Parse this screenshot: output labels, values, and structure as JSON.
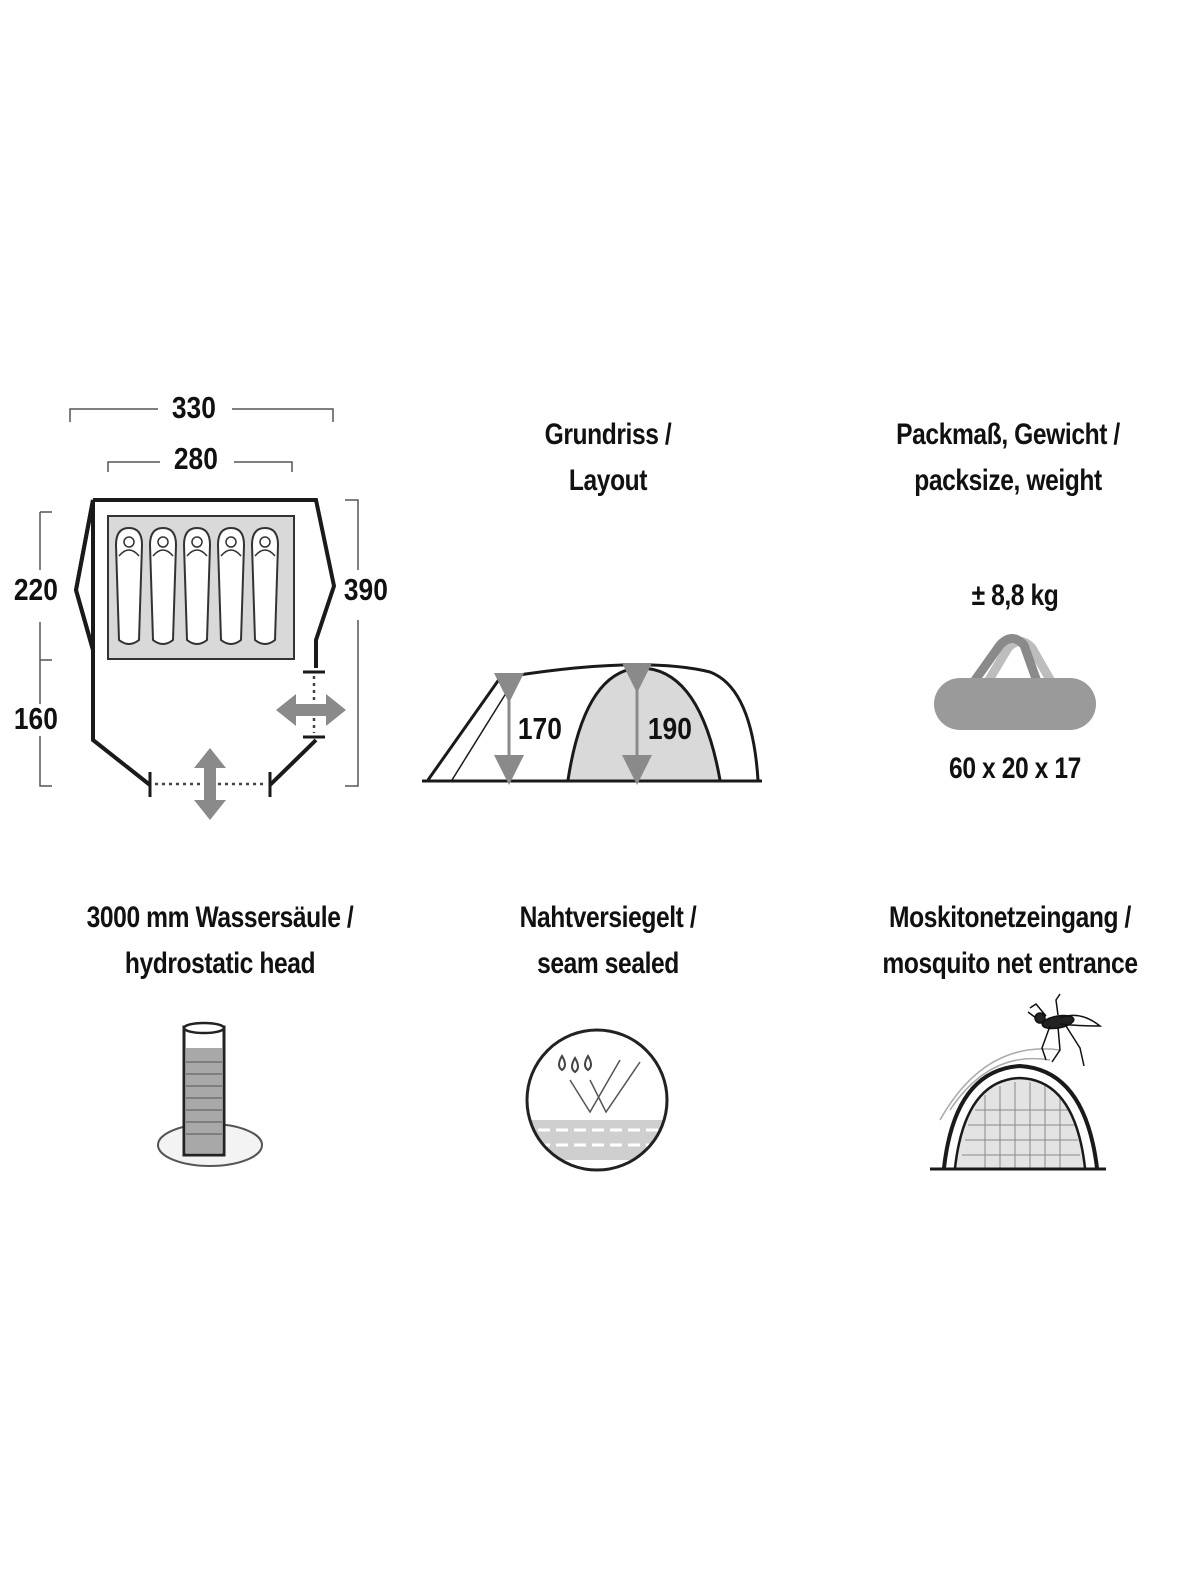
{
  "floorplan": {
    "width_outer": "330",
    "width_inner": "280",
    "depth_inner": "220",
    "depth_vestibule": "160",
    "depth_total": "390"
  },
  "layout": {
    "title_line1": "Grundriss /",
    "title_line2": "Layout",
    "height_front": "170",
    "height_main": "190"
  },
  "pack": {
    "title_line1": "Packmaß, Gewicht /",
    "title_line2": "packsize, weight",
    "weight": "± 8,8 kg",
    "size": "60 x 20 x 17"
  },
  "features": {
    "hydrostatic_line1": "3000 mm Wassersäule /",
    "hydrostatic_line2": "hydrostatic head",
    "seam_line1": "Nahtversiegelt /",
    "seam_line2": "seam sealed",
    "mosquito_line1": "Moskitonetzeingang /",
    "mosquito_line2": "mosquito net entrance"
  },
  "colors": {
    "line": "#1a1a1a",
    "fill_gray": "#d9d9d9",
    "arrow_gray": "#8a8a8a",
    "bag_gray": "#9a9a9a"
  }
}
